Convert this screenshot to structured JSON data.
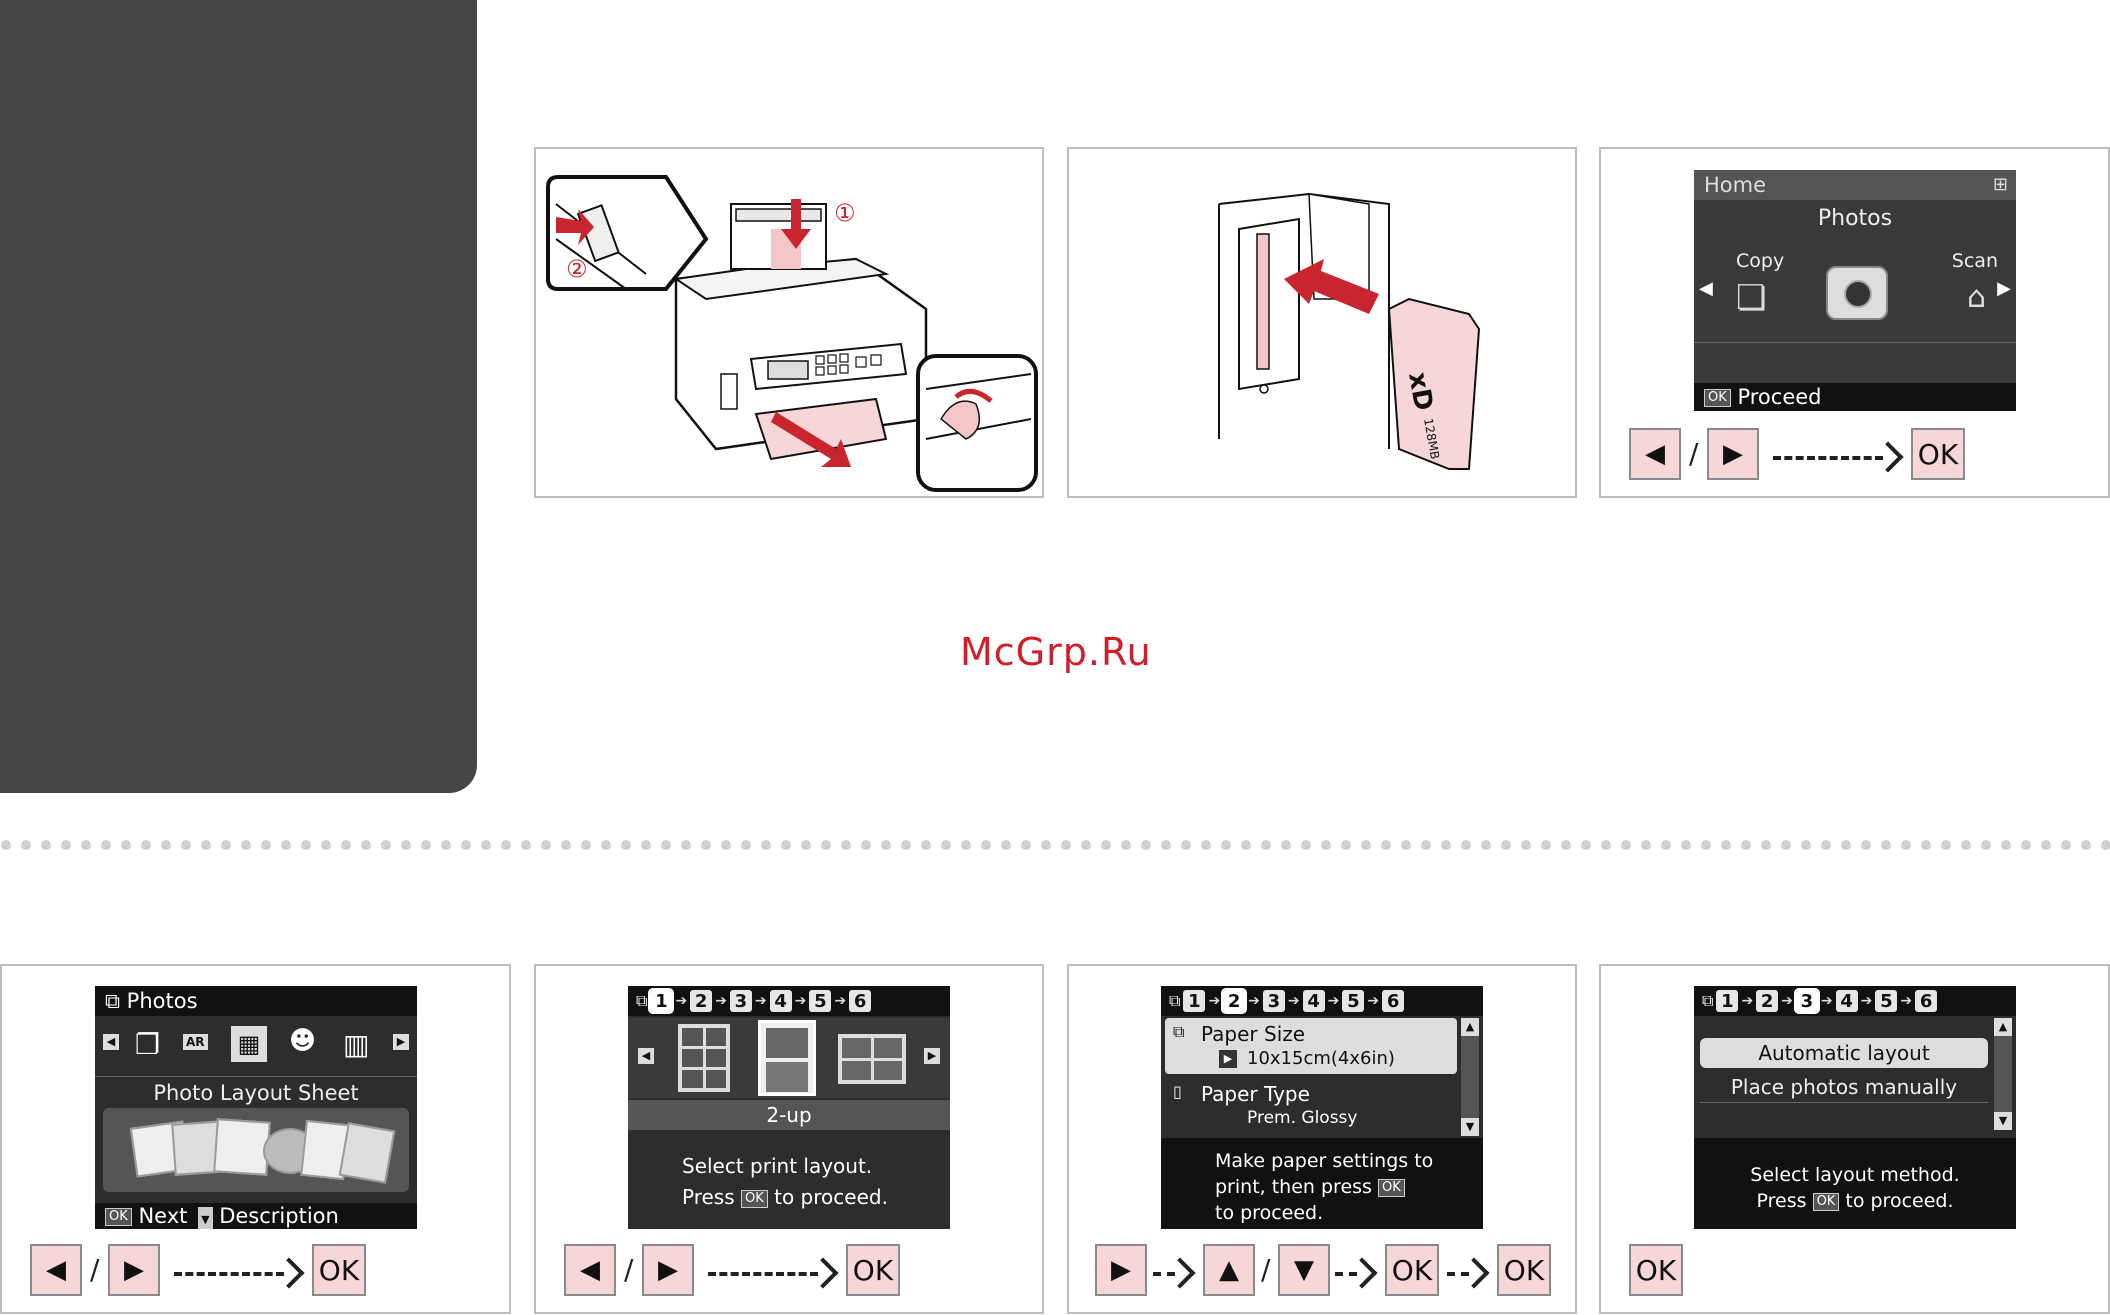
{
  "watermark": "McGrp.Ru",
  "top": {
    "printer_labels": {
      "step1": "①",
      "step2": "②"
    },
    "card_label": "128MB",
    "home_screen": {
      "header": "Home",
      "title": "Photos",
      "left_item": "Copy",
      "right_item": "Scan",
      "ok_badge": "OK",
      "footer": "Proceed"
    },
    "buttons": {
      "left": "◀",
      "sep": "/",
      "right": "▶",
      "ok": "OK"
    }
  },
  "bottom": {
    "panel1": {
      "header": "Photos",
      "subtitle": "Photo Layout Sheet",
      "ok_badge": "OK",
      "footer_next": "Next",
      "footer_desc": "Description",
      "buttons": {
        "left": "◀",
        "sep": "/",
        "right": "▶",
        "ok": "OK"
      }
    },
    "panel2": {
      "steps": [
        "1",
        "2",
        "3",
        "4",
        "5",
        "6"
      ],
      "layout_label": "2-up",
      "msg_line1": "Select print layout.",
      "msg_press": "Press",
      "ok_badge": "OK",
      "msg_proceed": "to proceed.",
      "buttons": {
        "left": "◀",
        "sep": "/",
        "right": "▶",
        "ok": "OK"
      }
    },
    "panel3": {
      "steps": [
        "1",
        "2",
        "3",
        "4",
        "5",
        "6"
      ],
      "paper_size_label": "Paper Size",
      "paper_size_value": "10x15cm(4x6in)",
      "paper_type_label": "Paper Type",
      "paper_type_value": "Prem. Glossy",
      "msg_line1": "Make paper settings to",
      "msg_line2": "print, then press",
      "ok_badge": "OK",
      "msg_line3": "to proceed.",
      "buttons": {
        "right": "▶",
        "up": "▲",
        "sep": "/",
        "down": "▼",
        "ok1": "OK",
        "ok2": "OK"
      }
    },
    "panel4": {
      "steps": [
        "1",
        "2",
        "3",
        "4",
        "5",
        "6"
      ],
      "option1": "Automatic layout",
      "option2": "Place photos manually",
      "msg_line1": "Select layout method.",
      "msg_press": "Press",
      "ok_badge": "OK",
      "msg_proceed": "to proceed.",
      "buttons": {
        "ok": "OK"
      }
    }
  }
}
